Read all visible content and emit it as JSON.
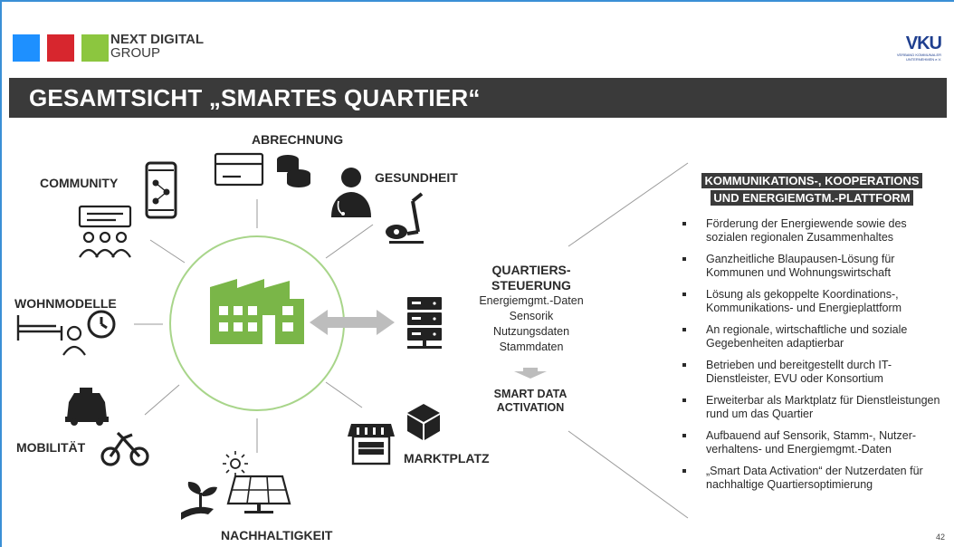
{
  "header": {
    "company_bold": "NEXT DIGITAL",
    "company_regular": "GROUP",
    "partner_logo": "VKU",
    "partner_sub": "VERBAND KOMMUNALER UNTERNEHMEN e.V."
  },
  "title": "GESAMTSICHT „SMARTES QUARTIER“",
  "colors": {
    "blue": "#1e90ff",
    "red": "#d7262e",
    "green": "#8cc63f",
    "dark": "#3a3a3a",
    "accent": "#7ab648"
  },
  "diagram": {
    "center_icon": "building-icon",
    "nodes": [
      {
        "label": "ABRECHNUNG",
        "icons": [
          "bank-card-icon",
          "coins-icon"
        ]
      },
      {
        "label": "GESUNDHEIT",
        "icons": [
          "doctor-icon",
          "exercise-bike-icon"
        ]
      },
      {
        "label": "COMMUNITY",
        "icons": [
          "smartphone-network-icon",
          "group-chat-icon"
        ]
      },
      {
        "label": "WOHNMODELLE",
        "icons": [
          "bed-icon",
          "senior-icon",
          "clock-icon"
        ]
      },
      {
        "label": "MOBILITÄT",
        "icons": [
          "taxi-icon",
          "bicycle-icon"
        ]
      },
      {
        "label": "NACHHALTIGKEIT",
        "icons": [
          "plant-hand-icon",
          "solar-panel-icon"
        ]
      },
      {
        "label": "MARKTPLATZ",
        "icons": [
          "shop-icon",
          "package-icon"
        ]
      }
    ],
    "server_icon": "server-icon",
    "quartier": {
      "heading": "QUARTIERS-\nSTEUERUNG",
      "items": [
        "Energiemgmt.-Daten",
        "Sensorik",
        "Nutzungsdaten",
        "Stammdaten"
      ]
    },
    "smart_data": "SMART DATA\nACTIVATION"
  },
  "platform": {
    "heading_line1": "KOMMUNIKATIONS-, KOOPERATIONS",
    "heading_line2": "UND ENERGIEMGTM.-PLATTFORM",
    "bullets": [
      "Förderung der Energiewende sowie des sozialen regionalen Zusammenhaltes",
      "Ganzheitliche Blaupausen-Lösung für Kommunen und Wohnungswirtschaft",
      "Lösung als gekoppelte Koordinations-, Kommunikations- und Energieplattform",
      "An regionale, wirtschaftliche und soziale Gegebenheiten adaptierbar",
      "Betrieben und bereitgestellt durch IT-Dienstleister, EVU oder Konsortium",
      "Erweiterbar als Marktplatz für Dienstleistungen rund um das Quartier",
      "Aufbauend auf Sensorik, Stamm-, Nutzer-verhaltens- und Energiemgmt.-Daten",
      "„Smart Data Activation“ der Nutzerdaten für nachhaltige Quartiersoptimierung"
    ]
  },
  "page_number": "42"
}
